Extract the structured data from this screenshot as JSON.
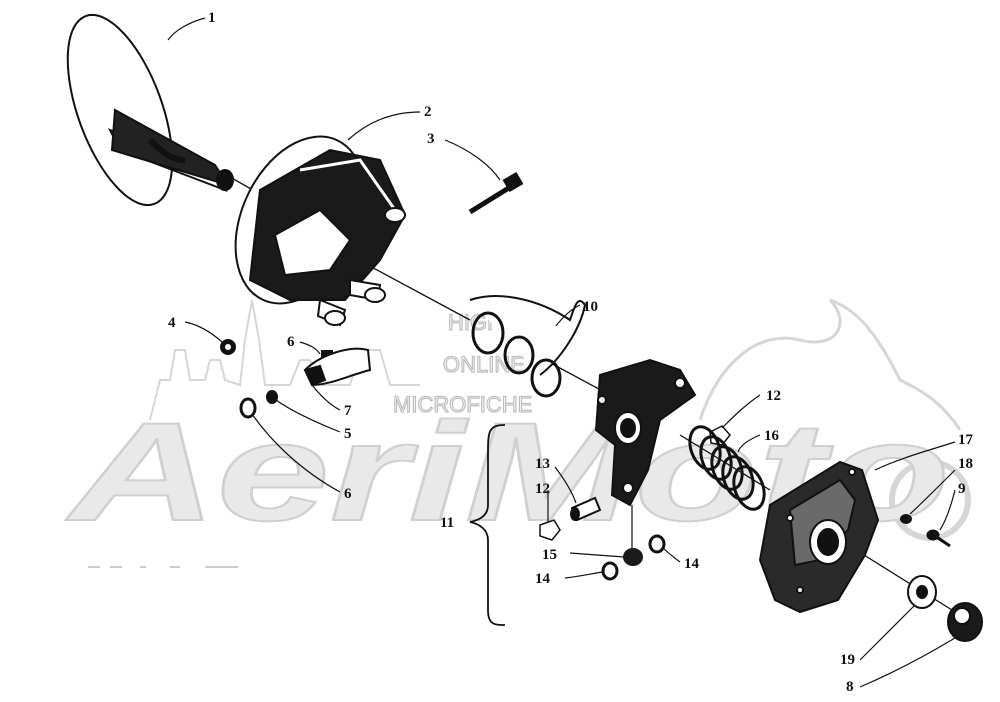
{
  "watermark": {
    "line1": "HIGHM'S",
    "line2": "ONLINE",
    "line3": "MICROFICHE",
    "logo": "AeriMoto"
  },
  "callouts": {
    "c1": "1",
    "c2": "2",
    "c3": "3",
    "c4": "4",
    "c5": "5",
    "c6a": "6",
    "c6b": "6",
    "c7": "7",
    "c8": "8",
    "c9": "9",
    "c10": "10",
    "c11": "11",
    "c12a": "12",
    "c12b": "12",
    "c13": "13",
    "c14a": "14",
    "c14b": "14",
    "c15": "15",
    "c16": "16",
    "c17": "17",
    "c18": "18",
    "c19": "19"
  },
  "colors": {
    "ink": "#111111",
    "watermark": "#cfcfcf"
  }
}
